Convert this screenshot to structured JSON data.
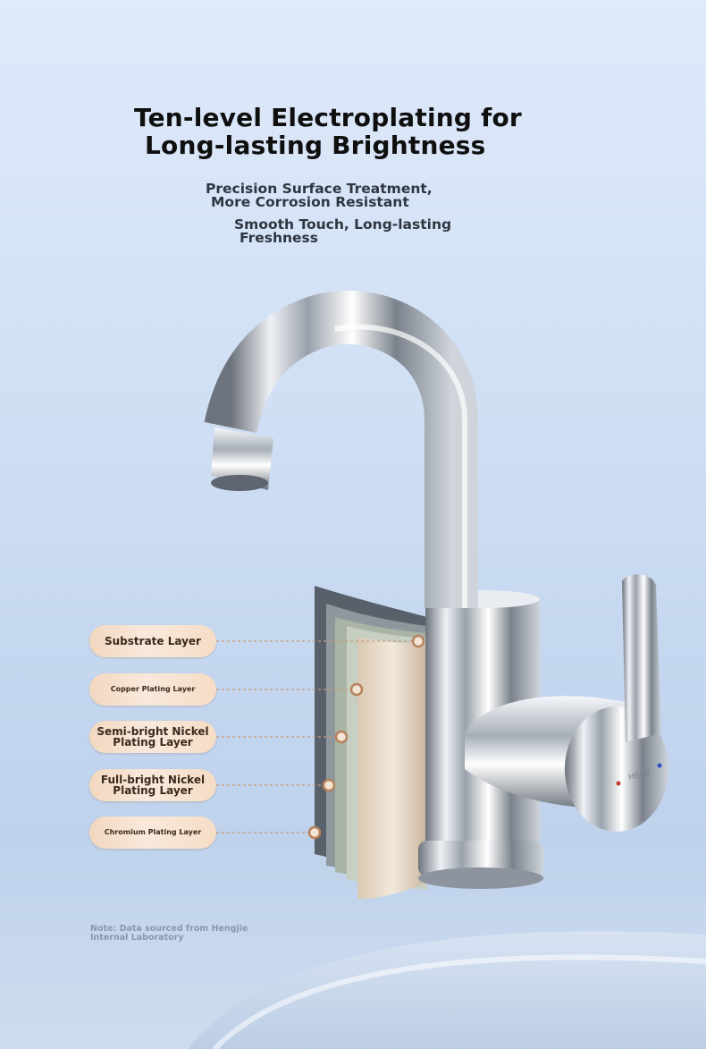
{
  "headline": {
    "line1": "Ten-level Electroplating for",
    "line2": "Long-lasting Brightness"
  },
  "subheadings": [
    {
      "line1": "Precision Surface Treatment,",
      "line2": "More Corrosion Resistant"
    },
    {
      "line1": "Smooth Touch, Long-lasting",
      "line2": "Freshness"
    }
  ],
  "product": {
    "brand_mark": "HEGII"
  },
  "layers": [
    {
      "label": "Substrate Layer",
      "size": "big"
    },
    {
      "label": "Copper Plating Layer",
      "size": "small"
    },
    {
      "label": "Semi-bright Nickel Plating Layer",
      "size": "big"
    },
    {
      "label": "Full-bright Nickel Plating Layer",
      "size": "big"
    },
    {
      "label": "Chromium Plating Layer",
      "size": "small"
    }
  ],
  "footnote": "Note: Data sourced from Hengjie Internal Laboratory",
  "colors": {
    "background": "#d3e2f6",
    "pill": "#f5dcc6",
    "connector": "#c79a7a",
    "headline": "#0f0f0f"
  }
}
